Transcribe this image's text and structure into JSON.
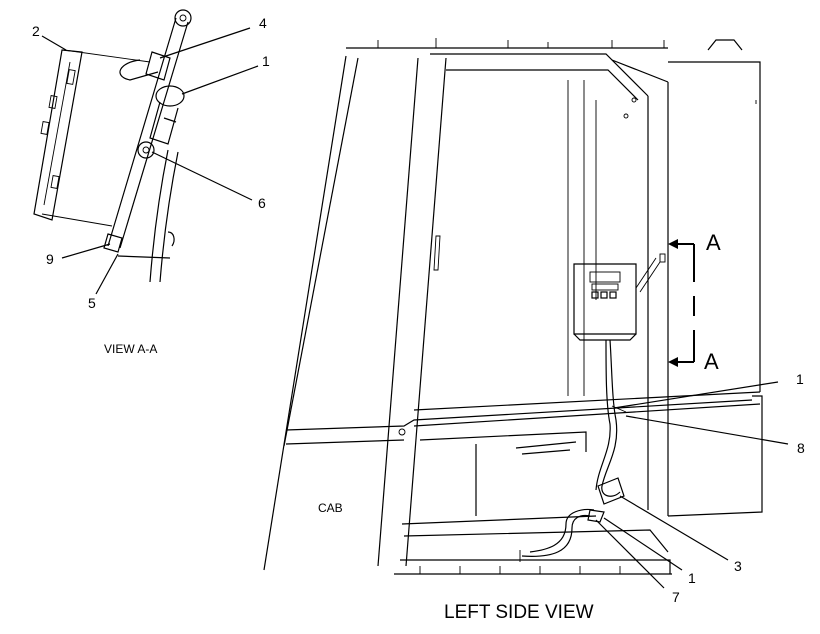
{
  "view_aa": {
    "label": "VIEW A-A",
    "callouts": [
      "2",
      "4",
      "1",
      "6",
      "9",
      "5"
    ]
  },
  "left_side": {
    "caption": "LEFT SIDE VIEW",
    "cab_label": "CAB",
    "section_marks": [
      "A",
      "A"
    ],
    "callouts": [
      "1",
      "8",
      "3",
      "1",
      "7"
    ]
  }
}
